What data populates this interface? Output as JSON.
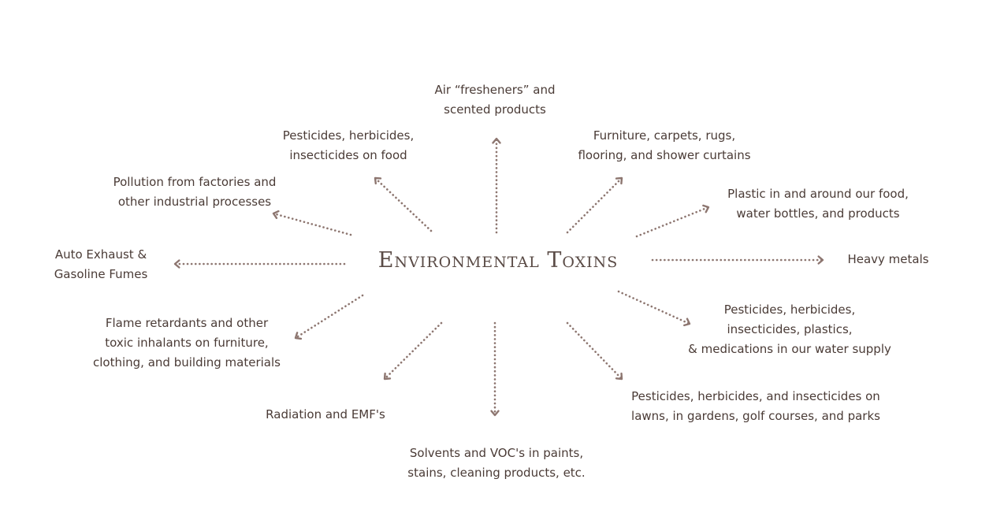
{
  "title": "Environmental Toxins",
  "colors": {
    "text": "#4a3b36",
    "arrow": "#8d7670"
  },
  "sources": [
    {
      "id": "air-fresheners",
      "lines": [
        "Air “fresheners” and",
        "scented products"
      ]
    },
    {
      "id": "pesticides-food",
      "lines": [
        "Pesticides, herbicides,",
        "insecticides on food"
      ]
    },
    {
      "id": "pollution",
      "lines": [
        "Pollution from factories and",
        "other industrial processes"
      ]
    },
    {
      "id": "auto-exhaust",
      "lines": [
        "Auto Exhaust &",
        "Gasoline Fumes"
      ]
    },
    {
      "id": "flame-retardants",
      "lines": [
        "Flame retardants and other",
        "toxic inhalants on furniture,",
        "clothing, and building materials"
      ]
    },
    {
      "id": "radiation",
      "lines": [
        "Radiation and EMF's"
      ]
    },
    {
      "id": "solvents",
      "lines": [
        "Solvents and VOC's in paints,",
        "stains, cleaning products, etc."
      ]
    },
    {
      "id": "pesticides-lawns",
      "lines": [
        "Pesticides, herbicides, and insecticides on",
        "lawns, in gardens, golf courses, and parks"
      ]
    },
    {
      "id": "water-supply",
      "lines": [
        "Pesticides, herbicides,",
        "insecticides, plastics,",
        "& medications in our water supply"
      ]
    },
    {
      "id": "heavy-metals",
      "lines": [
        "Heavy metals"
      ]
    },
    {
      "id": "plastic",
      "lines": [
        "Plastic in and around our food,",
        "water bottles, and products"
      ]
    },
    {
      "id": "furniture",
      "lines": [
        "Furniture, carpets, rugs,",
        "flooring, and shower curtains"
      ]
    }
  ]
}
